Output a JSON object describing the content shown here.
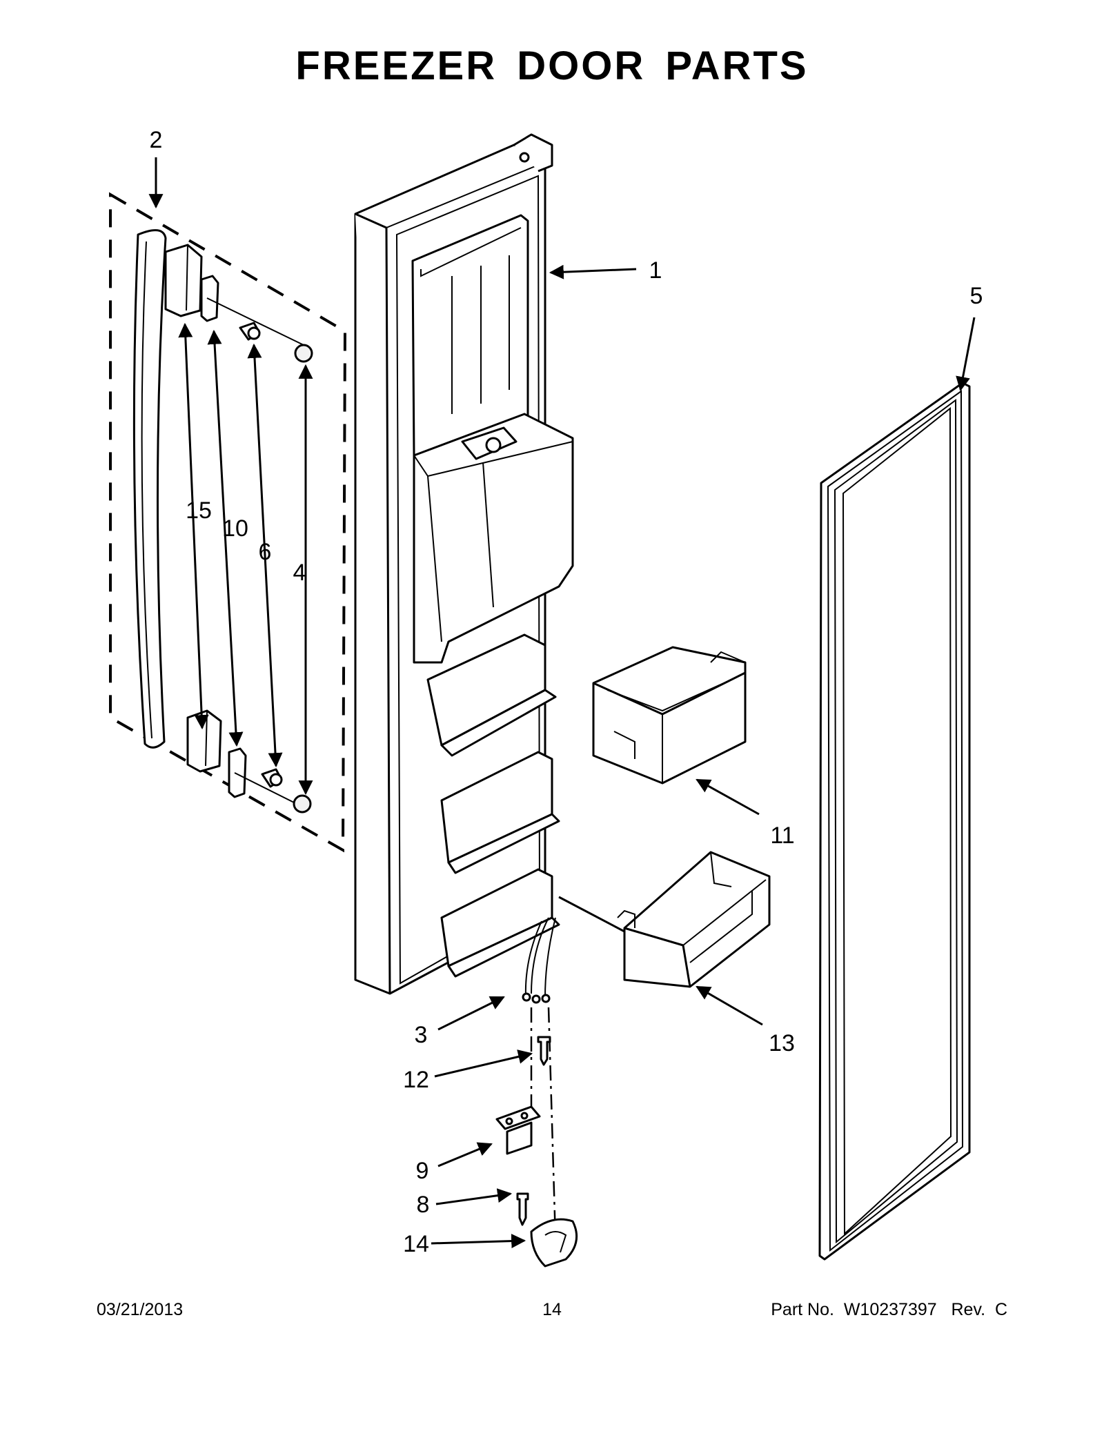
{
  "title": "FREEZER DOOR PARTS",
  "callouts": {
    "c1": "1",
    "c2": "2",
    "c3": "3",
    "c4": "4",
    "c5": "5",
    "c6": "6",
    "c8": "8",
    "c9": "9",
    "c10": "10",
    "c11": "11",
    "c12": "12",
    "c13": "13",
    "c14": "14",
    "c15": "15"
  },
  "footer": {
    "date": "03/21/2013",
    "page": "14",
    "part_no": "Part No.  W10237397   Rev.  C"
  }
}
